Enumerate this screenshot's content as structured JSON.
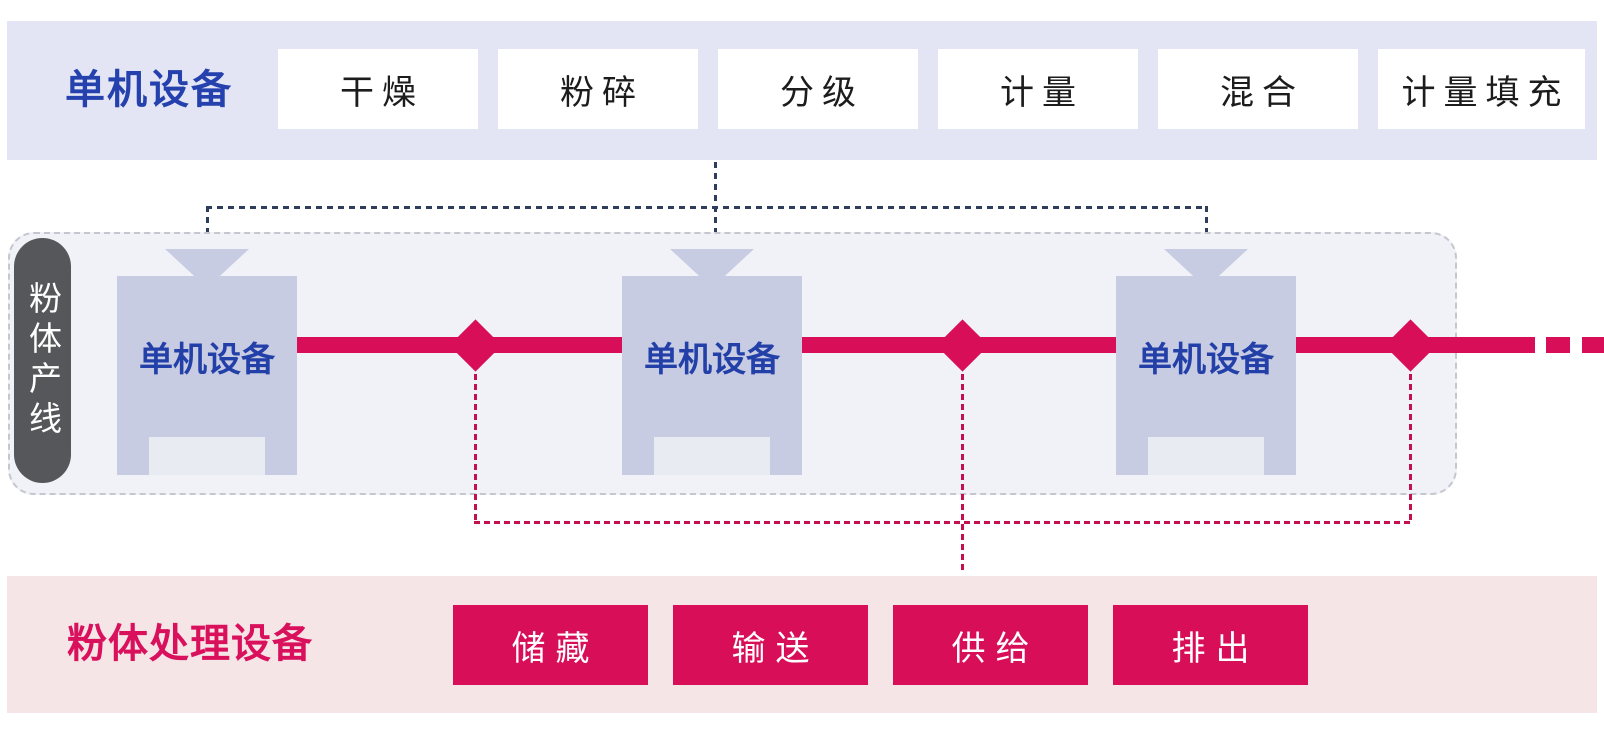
{
  "top_band": {
    "label": "单机设备",
    "items": [
      "干燥",
      "粉碎",
      "分级",
      "计量",
      "混合",
      "计量填充"
    ]
  },
  "production_line": {
    "label": "粉体产线",
    "machines": [
      "单机设备",
      "单机设备",
      "单机设备"
    ]
  },
  "bottom_band": {
    "label": "粉体处理设备",
    "items": [
      "储藏",
      "输送",
      "供给",
      "排出"
    ]
  },
  "colors": {
    "accent_crimson": "#D80E58",
    "band_lavender": "#E3E5F4",
    "band_pink": "#F6E5E7",
    "blue_text": "#2441AE",
    "panel_fill": "#F1F2F7",
    "pill_gray": "#56575B",
    "machine_fill": "#C8CCE3",
    "navy_dotted": "#2E3D5C",
    "red_dotted": "#C41050"
  }
}
